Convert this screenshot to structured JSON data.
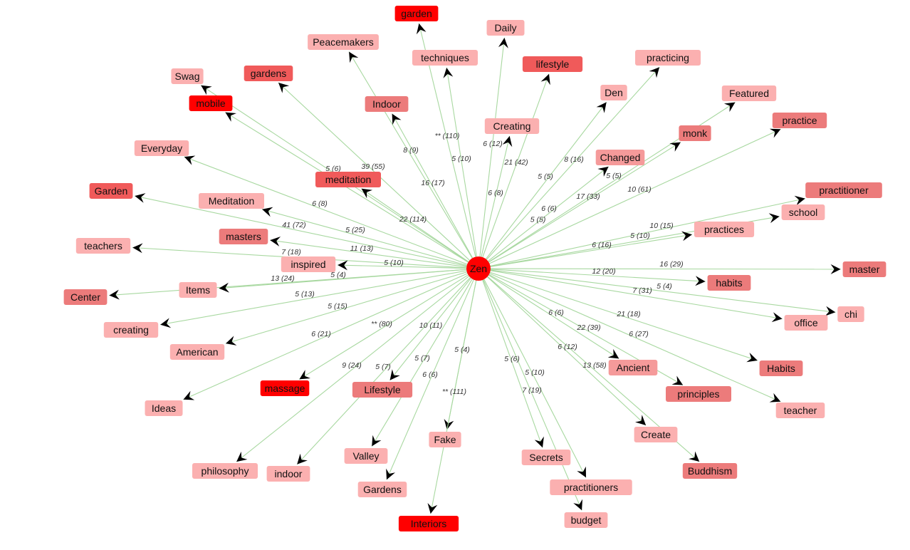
{
  "center": {
    "label": "Zen",
    "color": "#ff0000"
  },
  "palette": {
    "c1": "#ff0000",
    "c2": "#f05a5a",
    "c3": "#ec7b7b",
    "c4": "#f59a9a",
    "c5": "#fbb0b0",
    "edge": "#a8d8a0"
  },
  "nodes": [
    {
      "id": "garden",
      "label": "garden",
      "shade": "c1"
    },
    {
      "id": "peacemakers",
      "label": "Peacemakers",
      "shade": "c5"
    },
    {
      "id": "daily",
      "label": "Daily",
      "shade": "c5"
    },
    {
      "id": "techniques",
      "label": "techniques",
      "shade": "c5"
    },
    {
      "id": "lifestyle",
      "label": "lifestyle",
      "shade": "c2"
    },
    {
      "id": "practicing",
      "label": "practicing",
      "shade": "c5"
    },
    {
      "id": "swag",
      "label": "Swag",
      "shade": "c5"
    },
    {
      "id": "gardens",
      "label": "gardens",
      "shade": "c2"
    },
    {
      "id": "indoor_top",
      "label": "Indoor",
      "shade": "c3"
    },
    {
      "id": "den",
      "label": "Den",
      "shade": "c5"
    },
    {
      "id": "featured",
      "label": "Featured",
      "shade": "c5"
    },
    {
      "id": "mobile",
      "label": "mobile",
      "shade": "c1"
    },
    {
      "id": "creating_top",
      "label": "Creating",
      "shade": "c5"
    },
    {
      "id": "monk",
      "label": "monk",
      "shade": "c3"
    },
    {
      "id": "practice",
      "label": "practice",
      "shade": "c3"
    },
    {
      "id": "everyday",
      "label": "Everyday",
      "shade": "c5"
    },
    {
      "id": "changed",
      "label": "Changed",
      "shade": "c4"
    },
    {
      "id": "meditation_node",
      "label": "meditation",
      "shade": "c2"
    },
    {
      "id": "garden_cap",
      "label": "Garden",
      "shade": "c2"
    },
    {
      "id": "practitioner",
      "label": "practitioner",
      "shade": "c3"
    },
    {
      "id": "meditation_cap",
      "label": "Meditation",
      "shade": "c5"
    },
    {
      "id": "school",
      "label": "school",
      "shade": "c5"
    },
    {
      "id": "practices",
      "label": "practices",
      "shade": "c5"
    },
    {
      "id": "masters",
      "label": "masters",
      "shade": "c3"
    },
    {
      "id": "teachers",
      "label": "teachers",
      "shade": "c5"
    },
    {
      "id": "inspired",
      "label": "inspired",
      "shade": "c5"
    },
    {
      "id": "master",
      "label": "master",
      "shade": "c3"
    },
    {
      "id": "habits",
      "label": "habits",
      "shade": "c3"
    },
    {
      "id": "center_node",
      "label": "Center",
      "shade": "c3"
    },
    {
      "id": "items",
      "label": "Items",
      "shade": "c5"
    },
    {
      "id": "chi",
      "label": "chi",
      "shade": "c5"
    },
    {
      "id": "office",
      "label": "office",
      "shade": "c5"
    },
    {
      "id": "creating_low",
      "label": "creating",
      "shade": "c5"
    },
    {
      "id": "american",
      "label": "American",
      "shade": "c5"
    },
    {
      "id": "habits_cap",
      "label": "Habits",
      "shade": "c3"
    },
    {
      "id": "ancient",
      "label": "Ancient",
      "shade": "c4"
    },
    {
      "id": "massage",
      "label": "massage",
      "shade": "c1"
    },
    {
      "id": "lifestyle_cap",
      "label": "Lifestyle",
      "shade": "c3"
    },
    {
      "id": "principles",
      "label": "principles",
      "shade": "c3"
    },
    {
      "id": "ideas",
      "label": "Ideas",
      "shade": "c5"
    },
    {
      "id": "teacher",
      "label": "teacher",
      "shade": "c5"
    },
    {
      "id": "create",
      "label": "Create",
      "shade": "c5"
    },
    {
      "id": "fake",
      "label": "Fake",
      "shade": "c5"
    },
    {
      "id": "valley",
      "label": "Valley",
      "shade": "c5"
    },
    {
      "id": "secrets",
      "label": "Secrets",
      "shade": "c5"
    },
    {
      "id": "philosophy",
      "label": "philosophy",
      "shade": "c5"
    },
    {
      "id": "indoor_low",
      "label": "indoor",
      "shade": "c5"
    },
    {
      "id": "buddhism",
      "label": "Buddhism",
      "shade": "c3"
    },
    {
      "id": "gardens_cap",
      "label": "Gardens",
      "shade": "c5"
    },
    {
      "id": "practitioners",
      "label": "practitioners",
      "shade": "c5"
    },
    {
      "id": "budget",
      "label": "budget",
      "shade": "c5"
    },
    {
      "id": "interiors",
      "label": "Interiors",
      "shade": "c1"
    }
  ],
  "edges": [
    {
      "to": "garden",
      "label": "** (110)"
    },
    {
      "to": "peacemakers",
      "label": "22 (114)"
    },
    {
      "to": "daily",
      "label": "6 (12)"
    },
    {
      "to": "techniques",
      "label": "5 (10)"
    },
    {
      "to": "lifestyle",
      "label": "21 (42)"
    },
    {
      "to": "practicing",
      "label": "8 (16)"
    },
    {
      "to": "swag",
      "label": "5 (6)"
    },
    {
      "to": "gardens",
      "label": "39 (55)"
    },
    {
      "to": "indoor_top",
      "label": "8 (9)"
    },
    {
      "to": "den",
      "label": "5 (5)"
    },
    {
      "to": "featured",
      "label": "17 (33)"
    },
    {
      "to": "mobile",
      "label": "5 (5)"
    },
    {
      "to": "creating_top",
      "label": "6 (8)"
    },
    {
      "to": "monk",
      "label": "6 (6)"
    },
    {
      "to": "practice",
      "label": "10 (61)"
    },
    {
      "to": "everyday",
      "label": "6 (8)"
    },
    {
      "to": "changed",
      "label": "5 (5)"
    },
    {
      "to": "meditation_node",
      "label": "16 (17)"
    },
    {
      "to": "garden_cap",
      "label": "41 (72)"
    },
    {
      "to": "practitioner",
      "label": "10 (15)"
    },
    {
      "to": "meditation_cap",
      "label": "5 (25)"
    },
    {
      "to": "school",
      "label": "5 (10)"
    },
    {
      "to": "practices",
      "label": "6 (16)"
    },
    {
      "to": "masters",
      "label": "11 (13)"
    },
    {
      "to": "teachers",
      "label": "7 (18)"
    },
    {
      "to": "inspired",
      "label": "5 (10)"
    },
    {
      "to": "master",
      "label": "16 (29)"
    },
    {
      "to": "habits",
      "label": "12 (20)"
    },
    {
      "to": "center_node",
      "label": "13 (24)"
    },
    {
      "to": "items",
      "label": "5 (4)"
    },
    {
      "to": "chi",
      "label": "5 (4)"
    },
    {
      "to": "office",
      "label": "7 (31)"
    },
    {
      "to": "creating_low",
      "label": "5 (13)"
    },
    {
      "to": "american",
      "label": "5 (15)"
    },
    {
      "to": "habits_cap",
      "label": "21 (18)"
    },
    {
      "to": "ancient",
      "label": "6 (6)"
    },
    {
      "to": "massage",
      "label": "6 (21)"
    },
    {
      "to": "lifestyle_cap",
      "label": "10 (11)"
    },
    {
      "to": "principles",
      "label": "22 (39)"
    },
    {
      "to": "ideas",
      "label": "** (80)"
    },
    {
      "to": "teacher",
      "label": "6 (27)"
    },
    {
      "to": "create",
      "label": "6 (12)"
    },
    {
      "to": "fake",
      "label": "5 (4)"
    },
    {
      "to": "valley",
      "label": "5 (7)"
    },
    {
      "to": "secrets",
      "label": "5 (6)"
    },
    {
      "to": "philosophy",
      "label": "9 (24)"
    },
    {
      "to": "indoor_low",
      "label": "5 (7)"
    },
    {
      "to": "buddhism",
      "label": "13 (58)"
    },
    {
      "to": "gardens_cap",
      "label": "6 (6)"
    },
    {
      "to": "practitioners",
      "label": "5 (10)"
    },
    {
      "to": "budget",
      "label": "7 (19)"
    },
    {
      "to": "interiors",
      "label": "** (111)"
    }
  ]
}
